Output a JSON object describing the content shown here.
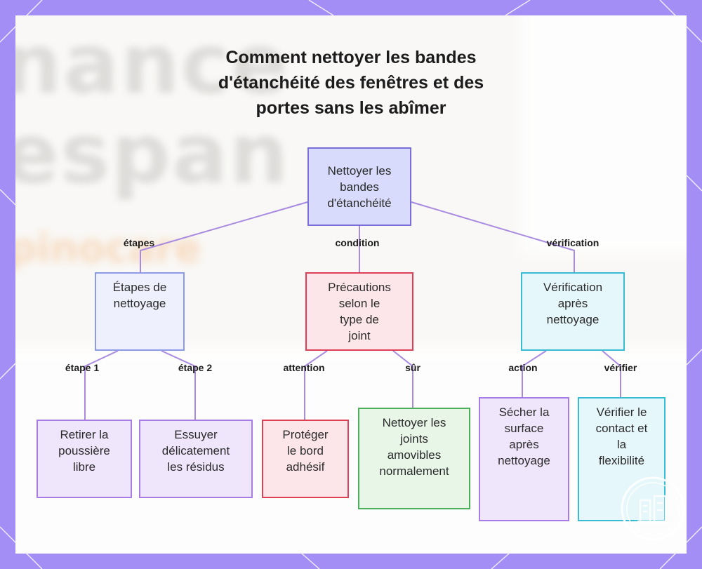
{
  "title_lines": [
    "Comment nettoyer les bandes",
    "d'étanchéité des fenêtres et des",
    "portes sans les abîmer"
  ],
  "background_text": {
    "line1": "nance",
    "line2": "espan",
    "line3": "pinocare"
  },
  "nodes": {
    "root": {
      "lines": [
        "Nettoyer les",
        "bandes",
        "d'étanchéité"
      ],
      "border": "#7a6fd6",
      "fill": "#d8dbfb"
    },
    "steps": {
      "lines": [
        "Étapes de",
        "nettoyage"
      ],
      "border": "#8d9be6",
      "fill": "#eef1fd"
    },
    "precautions": {
      "lines": [
        "Précautions",
        "selon le",
        "type de",
        "joint"
      ],
      "border": "#de3f55",
      "fill": "#fde6e9"
    },
    "verification": {
      "lines": [
        "Vérification",
        "après",
        "nettoyage"
      ],
      "border": "#38bcd4",
      "fill": "#e5f7fb"
    },
    "remove_dust": {
      "lines": [
        "Retirer la",
        "poussière",
        "libre"
      ],
      "border": "#a77ce6",
      "fill": "#f0e6fc"
    },
    "wipe": {
      "lines": [
        "Essuyer",
        "délicatement",
        "les résidus"
      ],
      "border": "#a77ce6",
      "fill": "#f0e6fc"
    },
    "protect": {
      "lines": [
        "Protéger",
        "le bord",
        "adhésif"
      ],
      "border": "#de3f55",
      "fill": "#fde6e9"
    },
    "removable": {
      "lines": [
        "Nettoyer les",
        "joints",
        "amovibles",
        "normalement"
      ],
      "border": "#4caf5c",
      "fill": "#e8f6e8"
    },
    "dry": {
      "lines": [
        "Sécher la",
        "surface",
        "après",
        "nettoyage"
      ],
      "border": "#a77ce6",
      "fill": "#f0e6fc"
    },
    "check": {
      "lines": [
        "Vérifier le",
        "contact et",
        "la",
        "flexibilité"
      ],
      "border": "#38bcd4",
      "fill": "#e5f7fb"
    }
  },
  "edges": {
    "steps": "étapes",
    "condition": "condition",
    "verification": "vérification",
    "step1": "étape 1",
    "step2": "étape 2",
    "attention": "attention",
    "safe": "sûr",
    "action": "action",
    "verify": "vérifier"
  },
  "colors": {
    "frame": "#a28ef5",
    "edge": "#a88be0",
    "card": "#f9f8f6"
  },
  "decor": {
    "seal_icon": "building-seal-icon"
  }
}
